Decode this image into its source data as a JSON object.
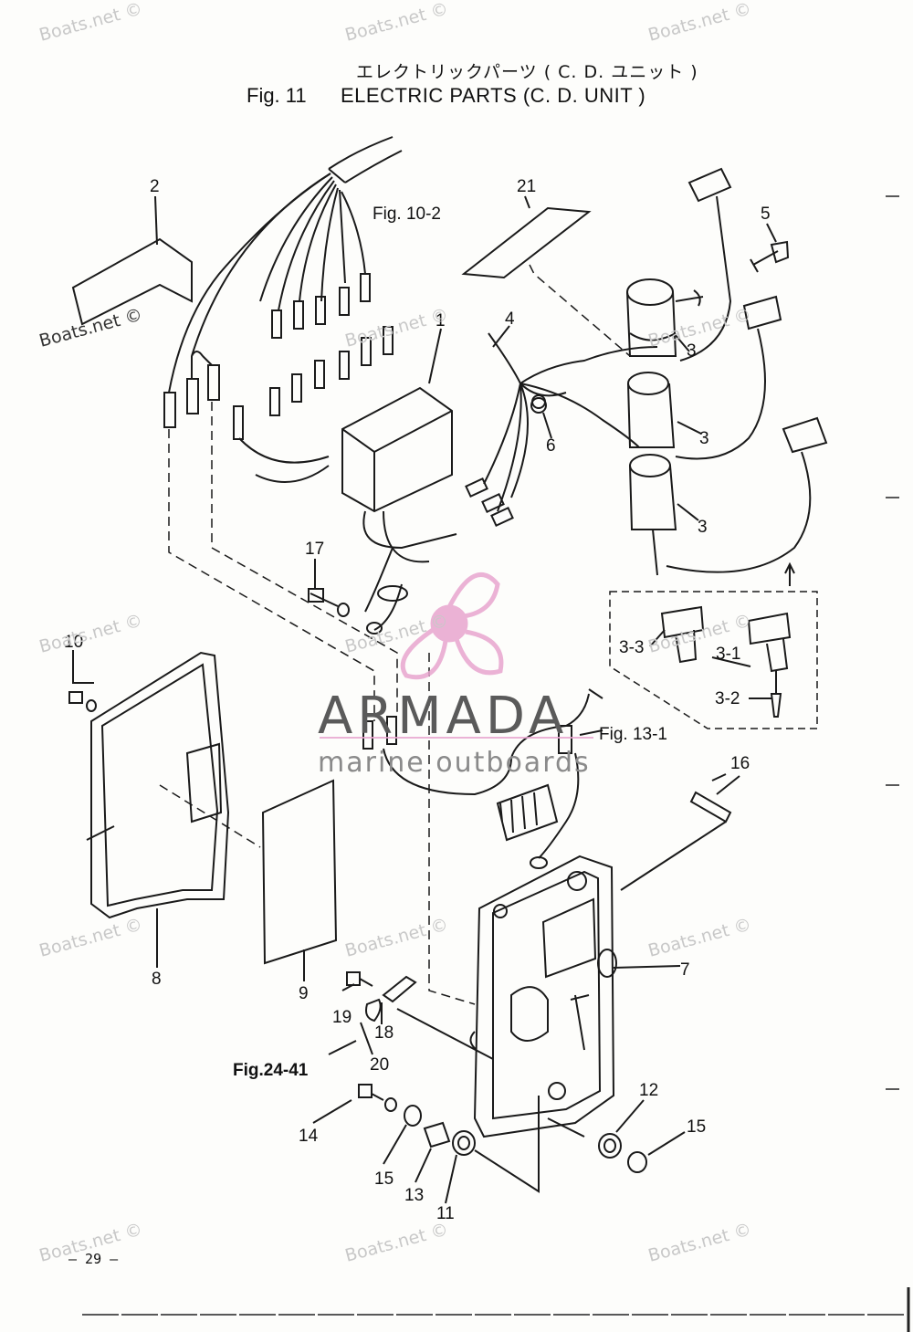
{
  "header": {
    "title_jp": "エレクトリックパーツ ( C. D. ユニット )",
    "figure_number": "Fig. 11",
    "title_en": "ELECTRIC PARTS (C. D. UNIT )"
  },
  "part_labels": {
    "p1": "1",
    "p2": "2",
    "p3a": "3",
    "p3b": "3",
    "p3c": "3",
    "p3_1": "3-1",
    "p3_2": "3-2",
    "p3_3": "3-3",
    "p4": "4",
    "p5": "5",
    "p6": "6",
    "p7": "7",
    "p8": "8",
    "p9": "9",
    "p10": "10",
    "p11": "11",
    "p12": "12",
    "p13": "13",
    "p14": "14",
    "p15a": "15",
    "p15b": "15",
    "p16": "16",
    "p17": "17",
    "p18": "18",
    "p19": "19",
    "p20": "20",
    "p21": "21"
  },
  "references": {
    "fig10_2": "Fig. 10-2",
    "fig13_1": "Fig. 13-1",
    "fig24_41": "Fig.24-41"
  },
  "watermark": {
    "text": "Boats.net ©",
    "logo_name": "ARMADA",
    "logo_sub": "marine outboards",
    "logo_color": "#e8a6cf"
  },
  "footer": {
    "page_number": "— 29 —"
  }
}
